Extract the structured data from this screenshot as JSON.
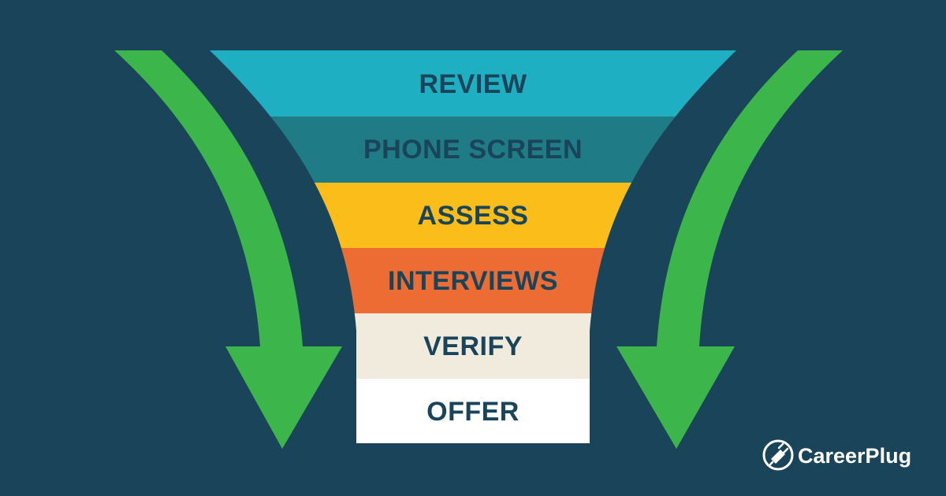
{
  "funnel": {
    "stages": [
      {
        "label": "REVIEW",
        "color": "#1eb0c2",
        "text_color": "#1a4459"
      },
      {
        "label": "PHONE SCREEN",
        "color": "#1f7b85",
        "text_color": "#1a4459"
      },
      {
        "label": "ASSESS",
        "color": "#fbbd19",
        "text_color": "#1a4459"
      },
      {
        "label": "INTERVIEWS",
        "color": "#ec6c33",
        "text_color": "#1a4459"
      },
      {
        "label": "VERIFY",
        "color": "#f0ebdd",
        "text_color": "#1a4459"
      },
      {
        "label": "OFFER",
        "color": "#ffffff",
        "text_color": "#1a4459"
      }
    ]
  },
  "arrows": {
    "color": "#3cb54a",
    "icon": "curved-down-arrow-icon"
  },
  "brand": {
    "name": "CareerPlug",
    "logo_icon": "careerplug-logo-icon",
    "color": "#ffffff"
  },
  "colors": {
    "background": "#1a4459"
  }
}
